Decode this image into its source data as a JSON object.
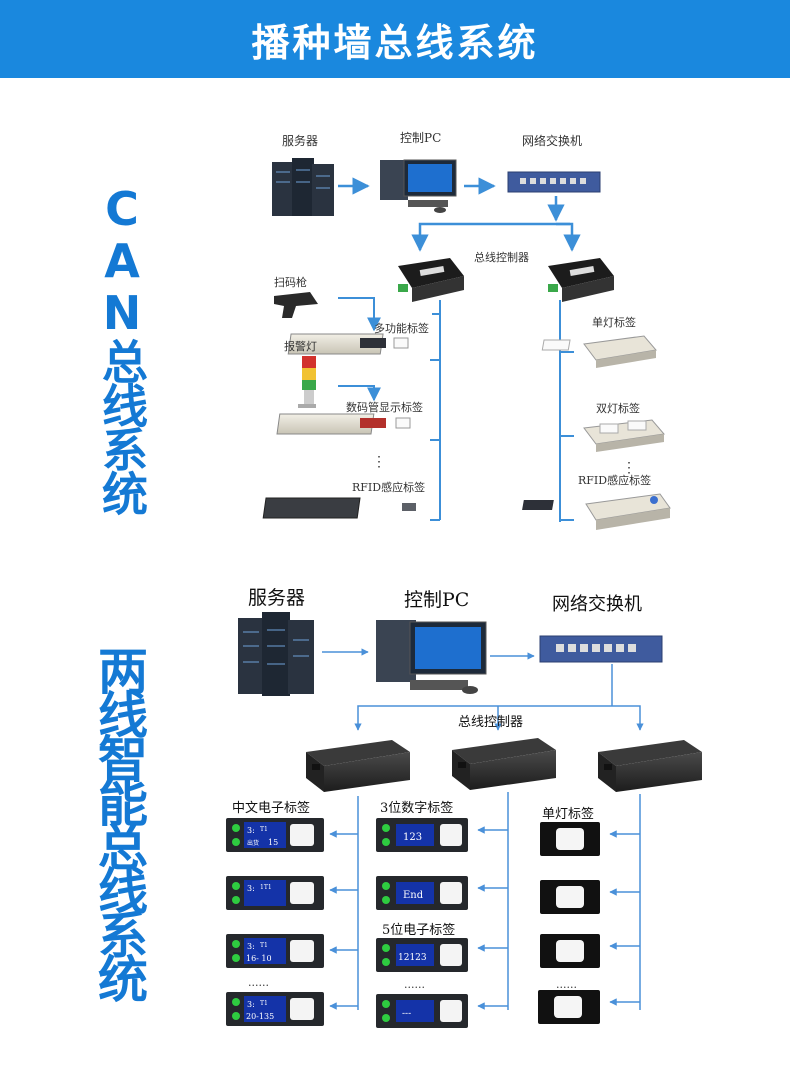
{
  "header": {
    "title": "播种墙总线系统"
  },
  "colors": {
    "accent": "#1a88de",
    "line": "#3c8fd8",
    "title_text": "#1479d4"
  },
  "can": {
    "section_title": "CAN总线系统",
    "server": "服务器",
    "pc": "控制PC",
    "switch": "网络交换机",
    "controller": "总线控制器",
    "scanner": "扫码枪",
    "alarm": "报警灯",
    "multi_tag": "多功能标签",
    "digit_tag": "数码管显示标签",
    "rfid_left": "RFID感应标签",
    "single_tag": "单灯标签",
    "double_tag": "双灯标签",
    "rfid_right": "RFID感应标签",
    "dots": "·\n·\n·"
  },
  "two_wire": {
    "section_title": "两线智能总线系统",
    "server": "服务器",
    "pc": "控制PC",
    "switch": "网络交换机",
    "controller": "总线控制器",
    "cn_tag": "中文电子标签",
    "d3_tag": "3位数字标签",
    "single_tag": "单灯标签",
    "d5_tag": "5位电子标签",
    "ellipsis": "......",
    "cn_displays": [
      {
        "code": "15",
        "head": "3:",
        "line1": "T1",
        "line2": "出货"
      },
      {
        "code": "",
        "head": "3:",
        "line1": "1T1",
        "line2": ""
      },
      {
        "code": "16- 10",
        "head": "3:",
        "line1": "T1",
        "line2": ""
      },
      {
        "code": "20-135",
        "head": "3:",
        "line1": "T1",
        "line2": ""
      }
    ],
    "d3_displays": [
      "123",
      "End"
    ],
    "d5_displays": [
      "12123",
      "---"
    ]
  }
}
